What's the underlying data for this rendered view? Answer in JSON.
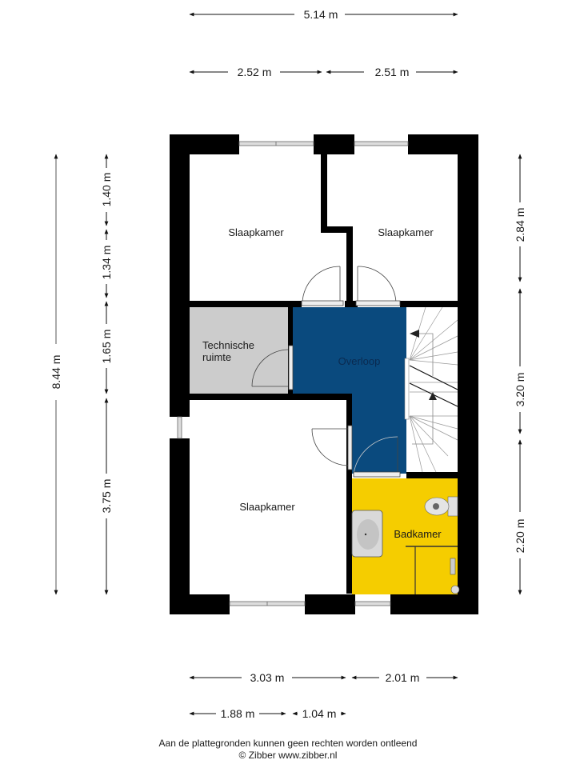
{
  "dimensions": {
    "top_total": "5.14 m",
    "top_left": "2.52 m",
    "top_right": "2.51 m",
    "left_total": "8.44 m",
    "left_1": "1.40 m",
    "left_2": "1.34 m",
    "left_3": "1.65 m",
    "left_4": "3.75 m",
    "right_1": "2.84 m",
    "right_2": "3.20 m",
    "right_3": "2.20 m",
    "bottom_left": "3.03 m",
    "bottom_right": "2.01 m",
    "bottom_sub_1": "1.88 m",
    "bottom_sub_2": "1.04 m"
  },
  "rooms": {
    "bedroom_top_left": "Slaapkamer",
    "bedroom_top_right": "Slaapkamer",
    "technical_line1": "Technische",
    "technical_line2": "ruimte",
    "landing": "Overloop",
    "bedroom_bottom": "Slaapkamer",
    "bathroom": "Badkamer"
  },
  "colors": {
    "wall": "#000000",
    "landing": "#0a4a7e",
    "technical": "#cccccc",
    "bathroom": "#f5cd00"
  },
  "footer": {
    "disclaimer": "Aan de plattegronden kunnen geen rechten worden ontleend",
    "copyright": "© Zibber www.zibber.nl"
  }
}
